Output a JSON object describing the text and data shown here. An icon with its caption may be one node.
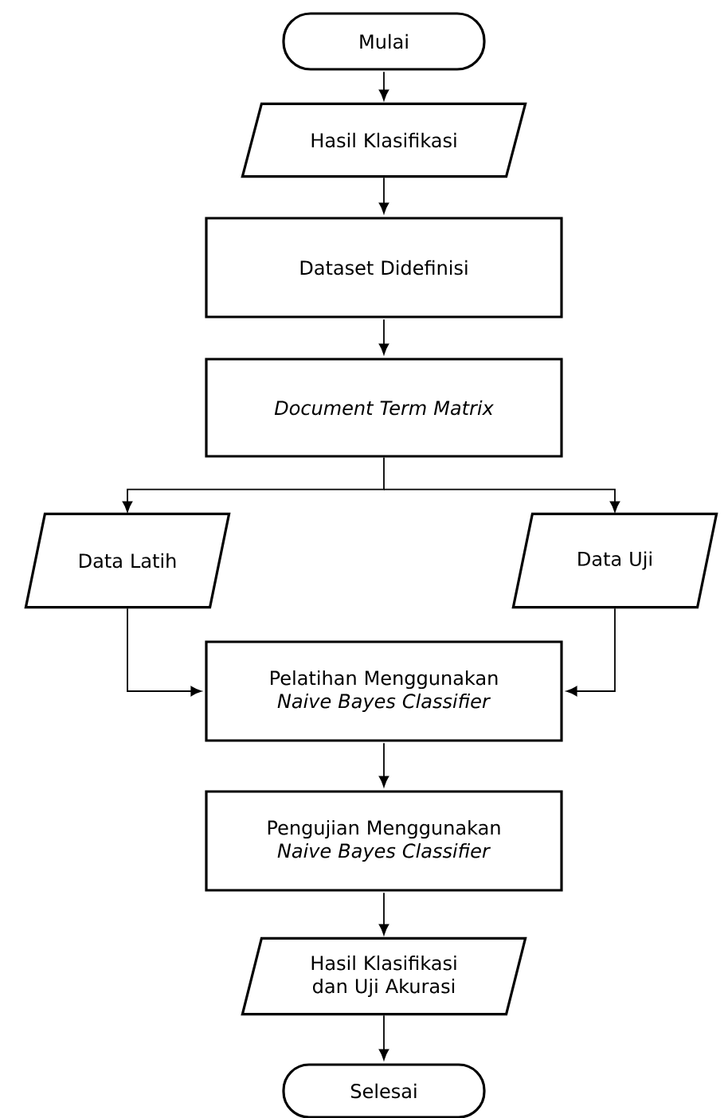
{
  "diagram": {
    "nodes": [
      {
        "text": [
          "Mulai"
        ]
      },
      {
        "text": [
          "Hasil Klasifikasi"
        ]
      },
      {
        "text": [
          "Dataset Didefinisi"
        ]
      },
      {
        "text": [
          "Document Term Matrix"
        ]
      },
      {
        "text": [
          "Data Latih"
        ]
      },
      {
        "text": [
          "Data Uji"
        ]
      },
      {
        "text": [
          "Pelatihan Menggunakan *Naive Bayes Classifier*"
        ]
      },
      {
        "text": [
          "Pengujian Menggunakan *Naive Bayes Classifier*"
        ]
      },
      {
        "text": [
          "Hasil Klasifikasi dan Uji Akurasi"
        ]
      },
      {
        "text": [
          "Selesai"
        ]
      }
    ],
    "edges": [
      {
        "from": 0,
        "to": 1,
        "arrow": "to"
      },
      {
        "from": 1,
        "to": 2,
        "arrow": "to"
      },
      {
        "from": 2,
        "to": 3,
        "arrow": "to"
      },
      {
        "from": 3,
        "to": 4,
        "arrow": "to"
      },
      {
        "from": 3,
        "to": 5,
        "arrow": "to"
      },
      {
        "from": 4,
        "to": 6,
        "arrow": "to"
      },
      {
        "from": 5,
        "to": 6,
        "arrow": "to"
      },
      {
        "from": 6,
        "to": 7,
        "arrow": "to"
      },
      {
        "from": 7,
        "to": 8,
        "arrow": "to"
      },
      {
        "from": 8,
        "to": 9,
        "arrow": "to"
      }
    ]
  }
}
